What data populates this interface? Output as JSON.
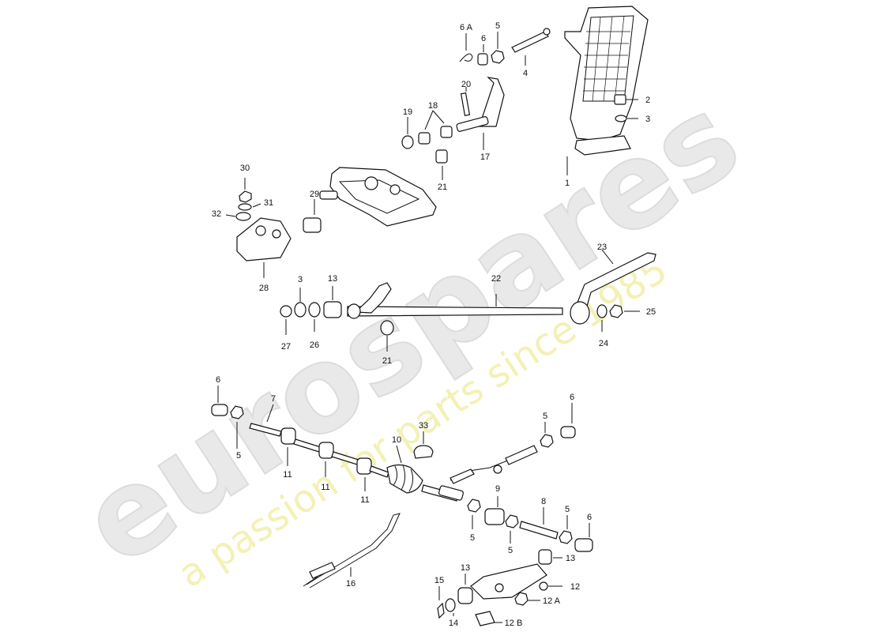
{
  "watermark": {
    "brand": "eurospares",
    "tagline": "a passion for parts since 1985"
  },
  "labels": {
    "l1": "1",
    "l2": "2",
    "l3a": "3",
    "l4": "4",
    "l5a": "5",
    "l6a": "6",
    "l6A": "6 A",
    "l17": "17",
    "l18": "18",
    "l19": "19",
    "l20": "20",
    "l21a": "21",
    "l29": "29",
    "l30": "30",
    "l31": "31",
    "l32": "32",
    "l28": "28",
    "l3b": "3",
    "l13a": "13",
    "l22": "22",
    "l23": "23",
    "l25": "25",
    "l24": "24",
    "l27": "27",
    "l26": "26",
    "l21b": "21",
    "l6b": "6",
    "l5b": "5",
    "l7": "7",
    "l11a": "11",
    "l11b": "11",
    "l11c": "11",
    "l10": "10",
    "l33": "33",
    "l5c": "5",
    "l6c": "6",
    "l9": "9",
    "l8": "8",
    "l5d": "5",
    "l5e": "5",
    "l5f": "5",
    "l6d": "6",
    "l13b": "13",
    "l16": "16",
    "l13c": "13",
    "l15": "15",
    "l14": "14",
    "l12": "12",
    "l12A": "12 A",
    "l12B": "12 B"
  }
}
